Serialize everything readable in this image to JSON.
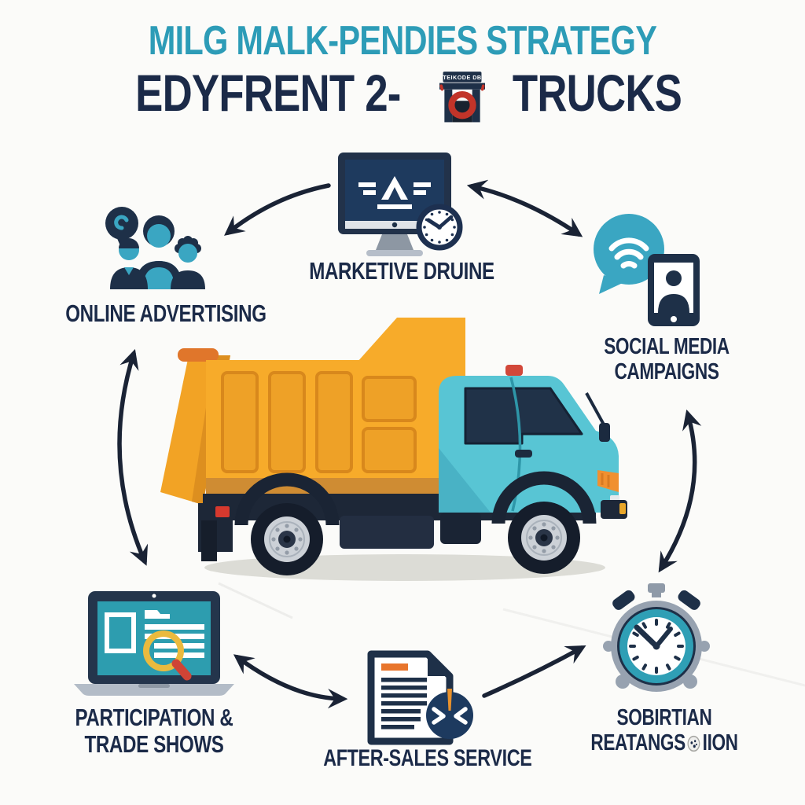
{
  "title": {
    "line1": "MILG MALK-PENDIES STRATEGY",
    "line2_left": "EDYFRENT 2-",
    "line2_right": "TRUCKS",
    "sign_text": "TEIKODE DB"
  },
  "nodes": {
    "marketing_online": {
      "label": "MARKETIVE DRUINE"
    },
    "online_advertising": {
      "label": "ONLINE ADVERTISING"
    },
    "social_media": {
      "line1": "SOCIAL MEDIA",
      "line2": "CAMPAIGNS"
    },
    "trade_shows": {
      "line1": "PARTICIPATION &",
      "line2": "TRADE SHOWS"
    },
    "after_sales": {
      "label": "AFTER-SALES SERVICE"
    },
    "retention": {
      "line1": "SOBIRTIAN",
      "line2a": "REATANGS",
      "line2b": "IION"
    }
  },
  "connections": [
    {
      "from": "marketing-monitor",
      "to": "online-advertising",
      "double_headed": false
    },
    {
      "from": "marketing-monitor",
      "to": "social-media-campaigns",
      "double_headed": true
    },
    {
      "from": "online-advertising",
      "to": "trade-shows",
      "double_headed": true
    },
    {
      "from": "social-media-campaigns",
      "to": "retention-stopwatch",
      "double_headed": true
    },
    {
      "from": "trade-shows",
      "to": "after-sales-service",
      "double_headed": true
    },
    {
      "from": "after-sales-service",
      "to": "retention-stopwatch",
      "double_headed": false
    }
  ],
  "colors": {
    "title_teal": "#2d9cb7",
    "navy_text": "#1b2a48",
    "icon_teal": "#3aa6c2",
    "truck_yellow": "#f7ab2a",
    "truck_panel": "#eea127",
    "cab_teal": "#58c5d4",
    "chassis_navy": "#1d2737",
    "accent_orange": "#e8752c",
    "accent_red": "#d6392e",
    "gray": "#9aa5b2",
    "background": "#fbfbf9",
    "arrow": "#1a2335"
  }
}
